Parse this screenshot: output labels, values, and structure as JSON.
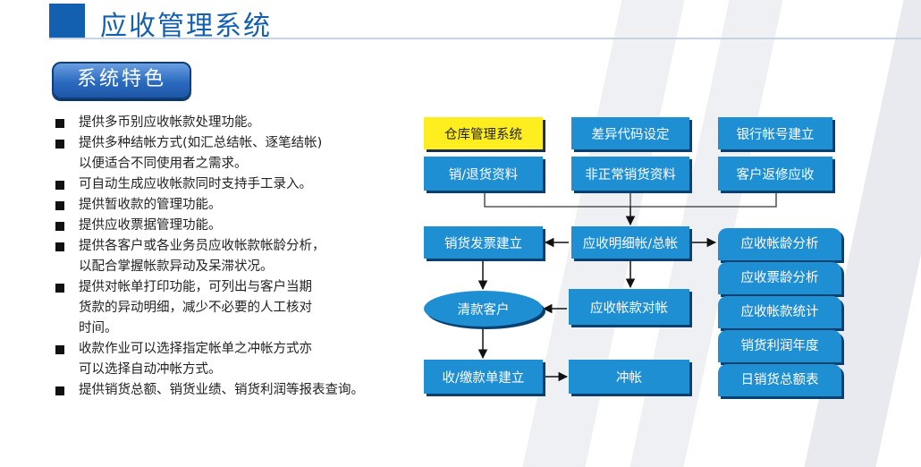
{
  "title": "应收管理系统",
  "section_badge": "系统特色",
  "features": [
    [
      "提供多币别应收帐款处理功能。"
    ],
    [
      "提供多种结帐方式(如汇总结帐、逐笔结帐)",
      "以便适合不同使用者之需求。"
    ],
    [
      "可自动生成应收帐款同时支持手工录入。"
    ],
    [
      "提供暂收款的管理功能。"
    ],
    [
      "提供应收票据管理功能。"
    ],
    [
      "提供各客户或各业务员应收帐款帐龄分析，",
      "以配合掌握帐款异动及呆滞状况。"
    ],
    [
      "提供对帐单打印功能，可列出与客户当期",
      "货款的异动明细，减少不必要的人工核对",
      "时间。"
    ],
    [
      "收款作业可以选择指定帐单之冲帐方式亦",
      "可以选择自动冲帐方式。"
    ],
    [
      "提供销货总额、销货业绩、销货利润等报表查询。"
    ]
  ],
  "flow": {
    "warehouse": "仓库管理系统",
    "diff_code": "差异代码设定",
    "bank_account": "银行帐号建立",
    "sales_return": "销/退货资料",
    "abnormal_sales": "非正常销货资料",
    "customer_rebate": "客户返修应收",
    "invoice": "销货发票建立",
    "ledger": "应收明细帐/总帐",
    "clear_customer": "清款客户",
    "reconcile": "应收帐款对帐",
    "receipt": "收/缴款单建立",
    "offset": "冲帐",
    "reports": [
      "应收帐龄分析",
      "应收票龄分析",
      "应收帐款统计",
      "销货利润年度",
      "日销货总额表"
    ]
  },
  "colors": {
    "title": "#1460b0",
    "box": "#1f8fd4",
    "box_shadow": "#0a3f6e",
    "highlight": "#ffee1f"
  }
}
